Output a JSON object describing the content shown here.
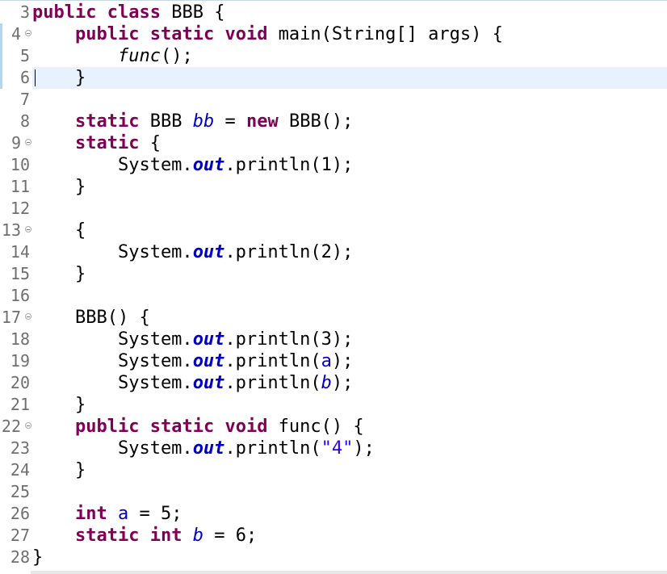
{
  "editor": {
    "lines": [
      {
        "num": "3",
        "fold": false,
        "changed": false,
        "tokens": [
          [
            "kw",
            "public"
          ],
          [
            "",
            "&#32;"
          ],
          [
            "kw",
            "class"
          ],
          [
            "",
            " BBB {"
          ]
        ]
      },
      {
        "num": "4",
        "fold": true,
        "changed": true,
        "tokens": [
          [
            "",
            "    "
          ],
          [
            "kw",
            "public"
          ],
          [
            "",
            " "
          ],
          [
            "kw",
            "static"
          ],
          [
            "",
            " "
          ],
          [
            "kw",
            "void"
          ],
          [
            "",
            " main(String[] args) {"
          ]
        ]
      },
      {
        "num": "5",
        "fold": false,
        "changed": true,
        "tokens": [
          [
            "",
            "        "
          ],
          [
            "smeth",
            "func"
          ],
          [
            "",
            "();"
          ]
        ]
      },
      {
        "num": "6",
        "fold": false,
        "changed": true,
        "current": true,
        "tokens": [
          [
            "",
            "    }"
          ]
        ]
      },
      {
        "num": "7",
        "fold": false,
        "changed": false,
        "tokens": []
      },
      {
        "num": "8",
        "fold": false,
        "changed": false,
        "tokens": [
          [
            "",
            "    "
          ],
          [
            "kw",
            "static"
          ],
          [
            "",
            " BBB "
          ],
          [
            "sfld",
            "bb"
          ],
          [
            "",
            " = "
          ],
          [
            "kw",
            "new"
          ],
          [
            "",
            " BBB();"
          ]
        ]
      },
      {
        "num": "9",
        "fold": true,
        "changed": false,
        "tokens": [
          [
            "",
            "    "
          ],
          [
            "kw",
            "static"
          ],
          [
            "",
            " {"
          ]
        ]
      },
      {
        "num": "10",
        "fold": false,
        "changed": false,
        "tokens": [
          [
            "",
            "        System."
          ],
          [
            "sfldb",
            "out"
          ],
          [
            "",
            ".println(1);"
          ]
        ]
      },
      {
        "num": "11",
        "fold": false,
        "changed": false,
        "tokens": [
          [
            "",
            "    }"
          ]
        ]
      },
      {
        "num": "12",
        "fold": false,
        "changed": false,
        "tokens": []
      },
      {
        "num": "13",
        "fold": true,
        "changed": false,
        "tokens": [
          [
            "",
            "    {"
          ]
        ]
      },
      {
        "num": "14",
        "fold": false,
        "changed": false,
        "tokens": [
          [
            "",
            "        System."
          ],
          [
            "sfldb",
            "out"
          ],
          [
            "",
            ".println(2);"
          ]
        ]
      },
      {
        "num": "15",
        "fold": false,
        "changed": false,
        "tokens": [
          [
            "",
            "    }"
          ]
        ]
      },
      {
        "num": "16",
        "fold": false,
        "changed": false,
        "tokens": []
      },
      {
        "num": "17",
        "fold": true,
        "changed": false,
        "tokens": [
          [
            "",
            "    BBB() {"
          ]
        ]
      },
      {
        "num": "18",
        "fold": false,
        "changed": false,
        "tokens": [
          [
            "",
            "        System."
          ],
          [
            "sfldb",
            "out"
          ],
          [
            "",
            ".println(3);"
          ]
        ]
      },
      {
        "num": "19",
        "fold": false,
        "changed": false,
        "tokens": [
          [
            "",
            "        System."
          ],
          [
            "sfldb",
            "out"
          ],
          [
            "",
            ".println("
          ],
          [
            "fld",
            "a"
          ],
          [
            "",
            ");"
          ]
        ]
      },
      {
        "num": "20",
        "fold": false,
        "changed": false,
        "tokens": [
          [
            "",
            "        System."
          ],
          [
            "sfldb",
            "out"
          ],
          [
            "",
            ".println("
          ],
          [
            "sfld",
            "b"
          ],
          [
            "",
            ");"
          ]
        ]
      },
      {
        "num": "21",
        "fold": false,
        "changed": false,
        "tokens": [
          [
            "",
            "    }"
          ]
        ]
      },
      {
        "num": "22",
        "fold": true,
        "changed": false,
        "tokens": [
          [
            "",
            "    "
          ],
          [
            "kw",
            "public"
          ],
          [
            "",
            " "
          ],
          [
            "kw",
            "static"
          ],
          [
            "",
            " "
          ],
          [
            "kw",
            "void"
          ],
          [
            "",
            " func() {"
          ]
        ]
      },
      {
        "num": "23",
        "fold": false,
        "changed": false,
        "tokens": [
          [
            "",
            "        System."
          ],
          [
            "sfldb",
            "out"
          ],
          [
            "",
            ".println("
          ],
          [
            "str",
            "\"4\""
          ],
          [
            "",
            ");"
          ]
        ]
      },
      {
        "num": "24",
        "fold": false,
        "changed": false,
        "tokens": [
          [
            "",
            "    }"
          ]
        ]
      },
      {
        "num": "25",
        "fold": false,
        "changed": false,
        "tokens": []
      },
      {
        "num": "26",
        "fold": false,
        "changed": false,
        "tokens": [
          [
            "",
            "    "
          ],
          [
            "kw",
            "int"
          ],
          [
            "",
            " "
          ],
          [
            "fld",
            "a"
          ],
          [
            "",
            " = 5;"
          ]
        ]
      },
      {
        "num": "27",
        "fold": false,
        "changed": false,
        "tokens": [
          [
            "",
            "    "
          ],
          [
            "kw",
            "static"
          ],
          [
            "",
            " "
          ],
          [
            "kw",
            "int"
          ],
          [
            "",
            " "
          ],
          [
            "sfld",
            "b"
          ],
          [
            "",
            " = 6;"
          ]
        ]
      },
      {
        "num": "28",
        "fold": false,
        "changed": false,
        "tokens": [
          [
            "",
            "}"
          ]
        ]
      }
    ],
    "colors": {
      "keyword": "#7f0055",
      "field": "#0000c0",
      "string": "#2a00ff",
      "current_line": "#e8f2fe",
      "line_number": "#6f6f6f"
    }
  }
}
